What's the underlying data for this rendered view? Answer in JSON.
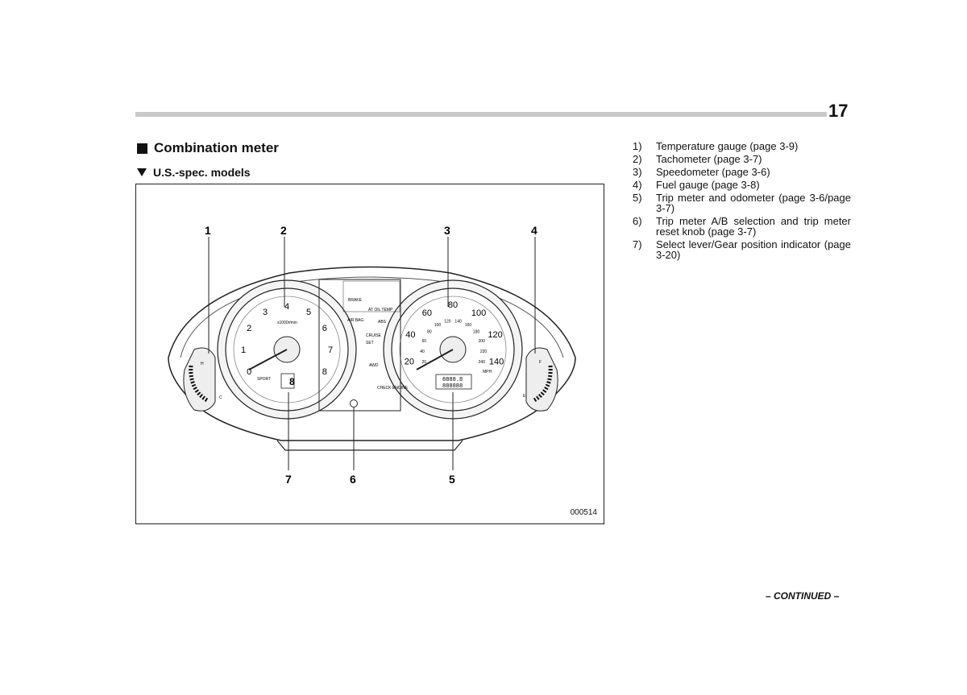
{
  "page": {
    "number": "17",
    "continued": "– CONTINUED –"
  },
  "section": {
    "title": "Combination meter",
    "subtitle": "U.S.-spec. models"
  },
  "figure": {
    "code": "000514",
    "callouts": [
      "1",
      "2",
      "3",
      "4",
      "5",
      "6",
      "7"
    ],
    "tach_numbers": [
      "1",
      "2",
      "3",
      "4",
      "5",
      "6",
      "7",
      "8",
      "0"
    ],
    "tach_unit": "x1000r/min",
    "speedo_numbers": [
      "20",
      "40",
      "60",
      "80",
      "100",
      "120",
      "140"
    ],
    "speedo_inner": [
      "20",
      "40",
      "60",
      "80",
      "100",
      "120",
      "140",
      "160",
      "180",
      "200",
      "220",
      "240"
    ],
    "speedo_unit": "MPH",
    "warning_labels": [
      "BRAKE",
      "AT OIL TEMP",
      "AIR BAG",
      "ABS",
      "CRUISE",
      "SET",
      "AWD",
      "CHECK ENGINE"
    ],
    "sport_label": "SPORT",
    "gear_display": "8",
    "odometer_top": "8888.8",
    "odometer_bottom": "888888",
    "temp_labels": [
      "H",
      "C"
    ],
    "fuel_labels": [
      "F",
      "E"
    ]
  },
  "legend": [
    {
      "num": "1)",
      "text": "Temperature gauge (page 3-9)"
    },
    {
      "num": "2)",
      "text": "Tachometer (page 3-7)"
    },
    {
      "num": "3)",
      "text": "Speedometer (page 3-6)"
    },
    {
      "num": "4)",
      "text": "Fuel gauge (page 3-8)"
    },
    {
      "num": "5)",
      "text": "Trip meter and odometer (page 3-6/page 3-7)"
    },
    {
      "num": "6)",
      "text": "Trip meter A/B selection and trip meter reset knob (page 3-7)"
    },
    {
      "num": "7)",
      "text": "Select lever/Gear position indicator (page 3-20)"
    }
  ]
}
